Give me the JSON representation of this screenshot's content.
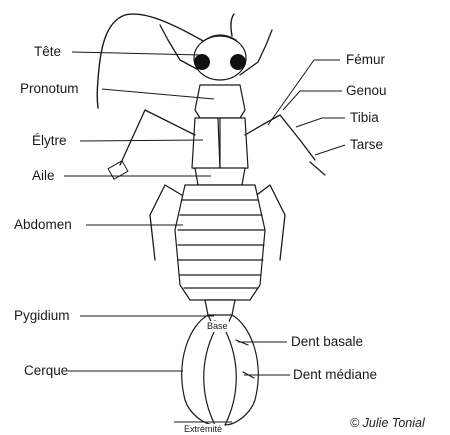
{
  "labels": {
    "tete": "Tête",
    "pronotum": "Pronotum",
    "elytre": "Élytre",
    "aile": "Aile",
    "abdomen": "Abdomen",
    "pygidium": "Pygidium",
    "cerque": "Cerque",
    "femur": "Fémur",
    "genou": "Genou",
    "tibia": "Tibia",
    "tarse": "Tarse",
    "dent_basale": "Dent basale",
    "dent_mediane": "Dent médiane",
    "base": "Base",
    "extremite": "Extrémité"
  },
  "credit": "© Julie Tonial",
  "colors": {
    "line": "#1a1a1a",
    "eye": "#111111",
    "leg_stipple": "#8a8a8a"
  }
}
